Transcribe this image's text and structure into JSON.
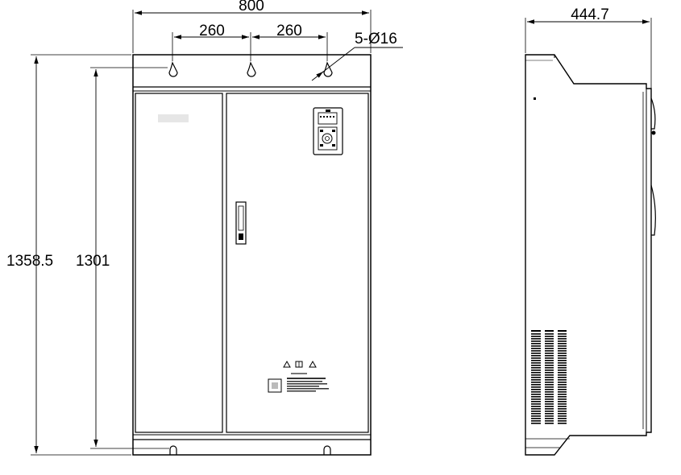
{
  "front_view": {
    "dimensions": {
      "overall_width": "800",
      "hole_spacing_left": "260",
      "hole_spacing_right": "260",
      "mounting_holes": "5-Ø16",
      "overall_height": "1358.5",
      "mounting_height": "1301"
    }
  },
  "side_view": {
    "dimensions": {
      "depth": "444.7"
    }
  },
  "colors": {
    "line": "#000000",
    "background": "#ffffff"
  }
}
